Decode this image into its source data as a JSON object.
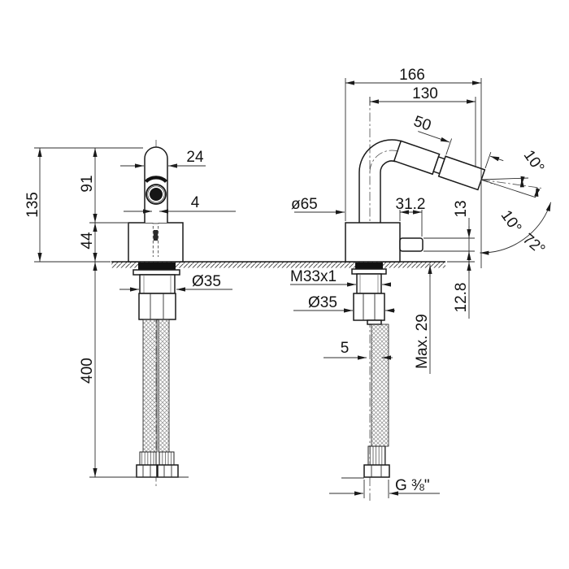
{
  "drawing_title": "bidet-mixer-dimension-drawing",
  "labels": {
    "front": {
      "total_height": "135",
      "spout_height": "91",
      "body_height": "44",
      "hose_length": "400",
      "spout_width": "24",
      "lever_width": "4",
      "shank_diameter": "Ø35"
    },
    "side": {
      "total_reach": "166",
      "spout_reach": "130",
      "spout_tip_length": "50",
      "body_diameter": "ø65",
      "lever_length": "31.2",
      "lever_height": "13",
      "lever_clearance": "12.8",
      "thread": "M33x1",
      "nut_diameter": "Ø35",
      "max_deck_thickness": "Max. 29",
      "hose_offset": "5",
      "hose_thread": "G ⅜\"",
      "spray_angle_upper": "10°",
      "spray_angle_lower": "10°",
      "spray_angle_total": "72°"
    }
  },
  "colors": {
    "line": "#1a1a1a",
    "background": "#ffffff"
  }
}
